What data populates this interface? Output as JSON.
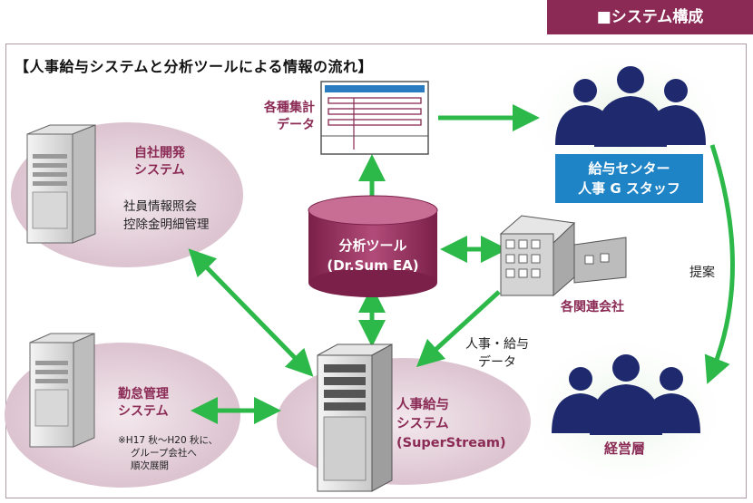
{
  "tag": "■システム構成",
  "heading": "【人事給与システムと分析ツールによる情報の流れ】",
  "nodes": {
    "in_house": {
      "title_line1": "自社開発",
      "title_line2": "システム",
      "detail_line1": "社員情報照会",
      "detail_line2": "控除金明細管理"
    },
    "attendance": {
      "title_line1": "勤怠管理",
      "title_line2": "システム",
      "note_line1": "※H17 秋～H20 秋に、",
      "note_line2": "グループ会社へ",
      "note_line3": "順次展開"
    },
    "hr_payroll": {
      "line1": "人事給与",
      "line2": "システム",
      "line3": "(SuperStream)"
    },
    "analysis": {
      "line1": "分析ツール",
      "line2": "(Dr.Sum EA)"
    },
    "aggregate": {
      "line1": "各種集計",
      "line2": "データ"
    },
    "affiliates": {
      "label": "各関連会社"
    },
    "payroll_center": {
      "line1": "給与センター",
      "line2": "人事 G スタッフ"
    },
    "management": {
      "label": "経営層"
    }
  },
  "edges": {
    "hr_data_line1": "人事・給与",
    "hr_data_line2": "データ",
    "proposal": "提案"
  },
  "colors": {
    "accent": "#8a2a55",
    "arrow": "#2db84a",
    "people": "#1f2a6e",
    "badge": "#1f84c6",
    "ellipse": "#ead8e0"
  }
}
